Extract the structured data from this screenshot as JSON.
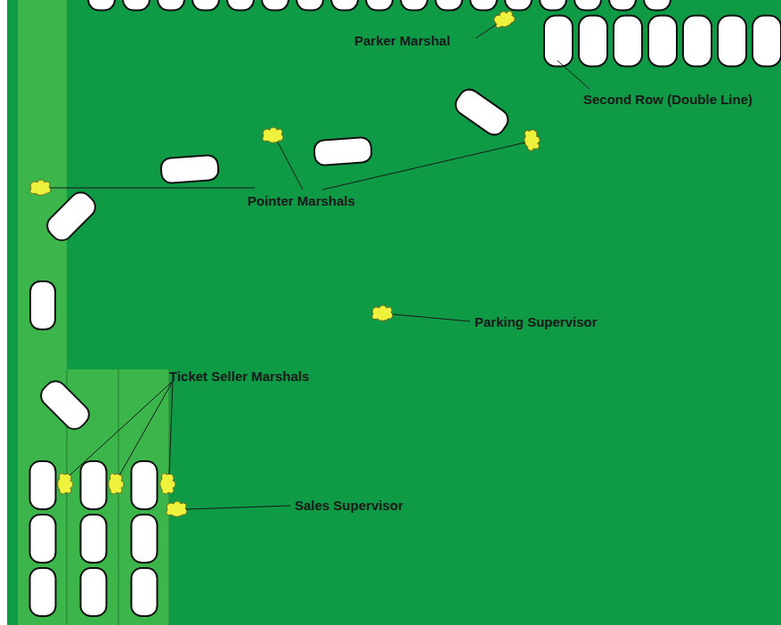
{
  "diagram": {
    "labels": [
      "Parker Marshal",
      "Second Row (Double Line)",
      "Pointer Marshals",
      "Parking Supervisor",
      "Ticket Seller Marshals",
      "Sales Supervisor"
    ]
  }
}
